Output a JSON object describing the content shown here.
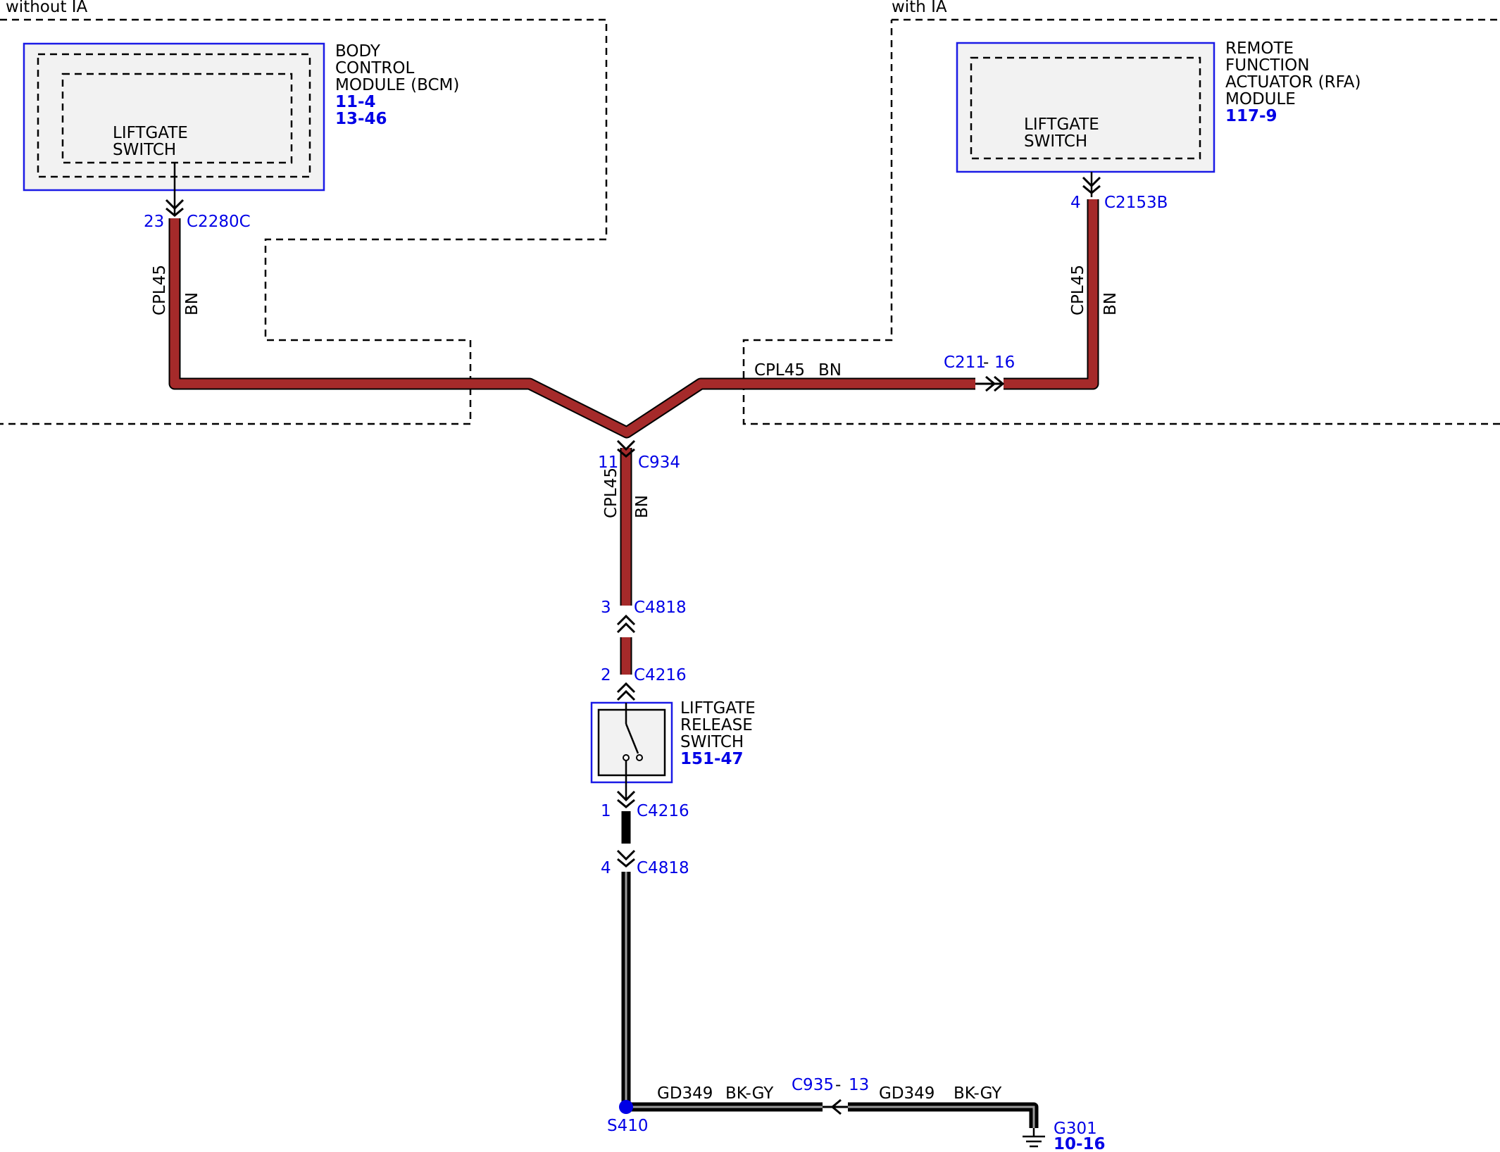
{
  "regions": {
    "without_ia": "without IA",
    "with_ia": "with IA"
  },
  "bcm": {
    "name_lines": [
      "BODY",
      "CONTROL",
      "MODULE (BCM)"
    ],
    "refs": [
      "11-4",
      "13-46"
    ],
    "switch_lines": [
      "LIFTGATE",
      "SWITCH"
    ],
    "pin": "23",
    "connector": "C2280C"
  },
  "rfa": {
    "name_lines": [
      "REMOTE",
      "FUNCTION",
      "ACTUATOR (RFA)",
      "MODULE"
    ],
    "refs": [
      "117-9"
    ],
    "switch_lines": [
      "LIFTGATE",
      "SWITCH"
    ],
    "pin": "4",
    "connector": "C2153B"
  },
  "wires": {
    "cpl45": "CPL45",
    "bn": "BN",
    "gd349": "GD349",
    "bkgy": "BK-GY"
  },
  "inline_connectors": {
    "c211": {
      "name": "C211",
      "sep": "-",
      "pin": "16"
    },
    "c935": {
      "name": "C935",
      "sep": "-",
      "pin": "13"
    }
  },
  "connectors": {
    "c934": {
      "pin": "11",
      "name": "C934"
    },
    "c4818_top": {
      "pin": "3",
      "name": "C4818"
    },
    "c4216_top": {
      "pin": "2",
      "name": "C4216"
    },
    "c4216_bottom": {
      "pin": "1",
      "name": "C4216"
    },
    "c4818_bottom": {
      "pin": "4",
      "name": "C4818"
    }
  },
  "release_switch": {
    "name_lines": [
      "LIFTGATE",
      "RELEASE",
      "SWITCH"
    ],
    "ref": "151-47"
  },
  "splice": {
    "name": "S410"
  },
  "ground": {
    "name": "G301",
    "ref": "10-16"
  },
  "colors": {
    "brown_wire": "#a52a2a",
    "link_blue": "#0000e6",
    "module_border": "#1a1ae6"
  }
}
